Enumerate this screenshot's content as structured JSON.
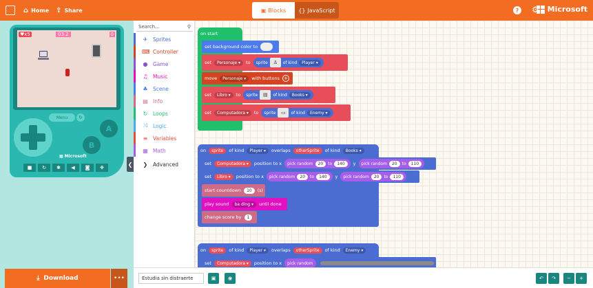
{
  "topbar": {
    "home_label": "Home",
    "share_label": "Share",
    "blocks_label": "Blocks",
    "js_label": "JavaScript",
    "ms_label": "Microsoft",
    "home_icon": "home-icon",
    "share_icon": "share-icon",
    "help_icon": "help-icon",
    "settings_icon": "gear-icon"
  },
  "simulator": {
    "lives": "♥x5",
    "timer": "03.2",
    "score": "0",
    "menu_label": "Menu",
    "btn_a": "A",
    "btn_b": "B",
    "console_brand": "Microsoft",
    "toolbar_icons": [
      "stop-icon",
      "restart-icon",
      "debug-icon",
      "sound-icon",
      "screenshot-icon",
      "fullscreen-icon"
    ]
  },
  "download": {
    "label": "Download",
    "more": "•••"
  },
  "toolbox": {
    "search_placeholder": "Search...",
    "categories": [
      {
        "label": "Sprites",
        "color": "#4b6cd0",
        "icon": "sprites-icon",
        "glyph": "✈"
      },
      {
        "label": "Controller",
        "color": "#d54322",
        "icon": "controller-icon",
        "glyph": "⌨"
      },
      {
        "label": "Game",
        "color": "#8854d0",
        "icon": "game-icon",
        "glyph": "●"
      },
      {
        "label": "Music",
        "color": "#e30fc0",
        "icon": "music-icon",
        "glyph": "♫"
      },
      {
        "label": "Scene",
        "color": "#4b7bec",
        "icon": "scene-icon",
        "glyph": "♣"
      },
      {
        "label": "Info",
        "color": "#cf6a87",
        "icon": "info-icon",
        "glyph": "▤"
      },
      {
        "label": "Loops",
        "color": "#20bf6b",
        "icon": "loops-icon",
        "glyph": "↻"
      },
      {
        "label": "Logic",
        "color": "#45aaf2",
        "icon": "logic-icon",
        "glyph": "⤨"
      },
      {
        "label": "Variables",
        "color": "#e74c3c",
        "icon": "variables-icon",
        "glyph": "≡"
      },
      {
        "label": "Math",
        "color": "#a55eea",
        "icon": "math-icon",
        "glyph": "▦"
      },
      {
        "label": "Advanced",
        "color": "#333333",
        "icon": "chevron-down-icon",
        "glyph": "❯"
      }
    ]
  },
  "blocks": {
    "on_start": "on start",
    "set_bg": "set background color to",
    "set": "set",
    "to": "to",
    "sprite": "sprite",
    "of_kind": "of kind",
    "personaje": "Personaje",
    "player": "Player",
    "move": "move",
    "with_buttons": "with buttons",
    "libro": "Libro",
    "books": "Books",
    "computadora": "Computadora",
    "enemy": "Enemy",
    "on": "on",
    "overlaps": "overlaps",
    "otherSprite": "otherSprite",
    "position_to_x": "position to x",
    "pick_random": "pick random",
    "y": "y",
    "v20": "20",
    "v140": "140",
    "v110": "110",
    "start_countdown": "start countdown",
    "v10": "10",
    "s": "(s)",
    "play_sound": "play sound",
    "ba_ding": "ba ding",
    "until_done": "until done",
    "change_score": "change score by",
    "v1": "1"
  },
  "bottombar": {
    "project_name": "Estudia sin distraerte"
  }
}
